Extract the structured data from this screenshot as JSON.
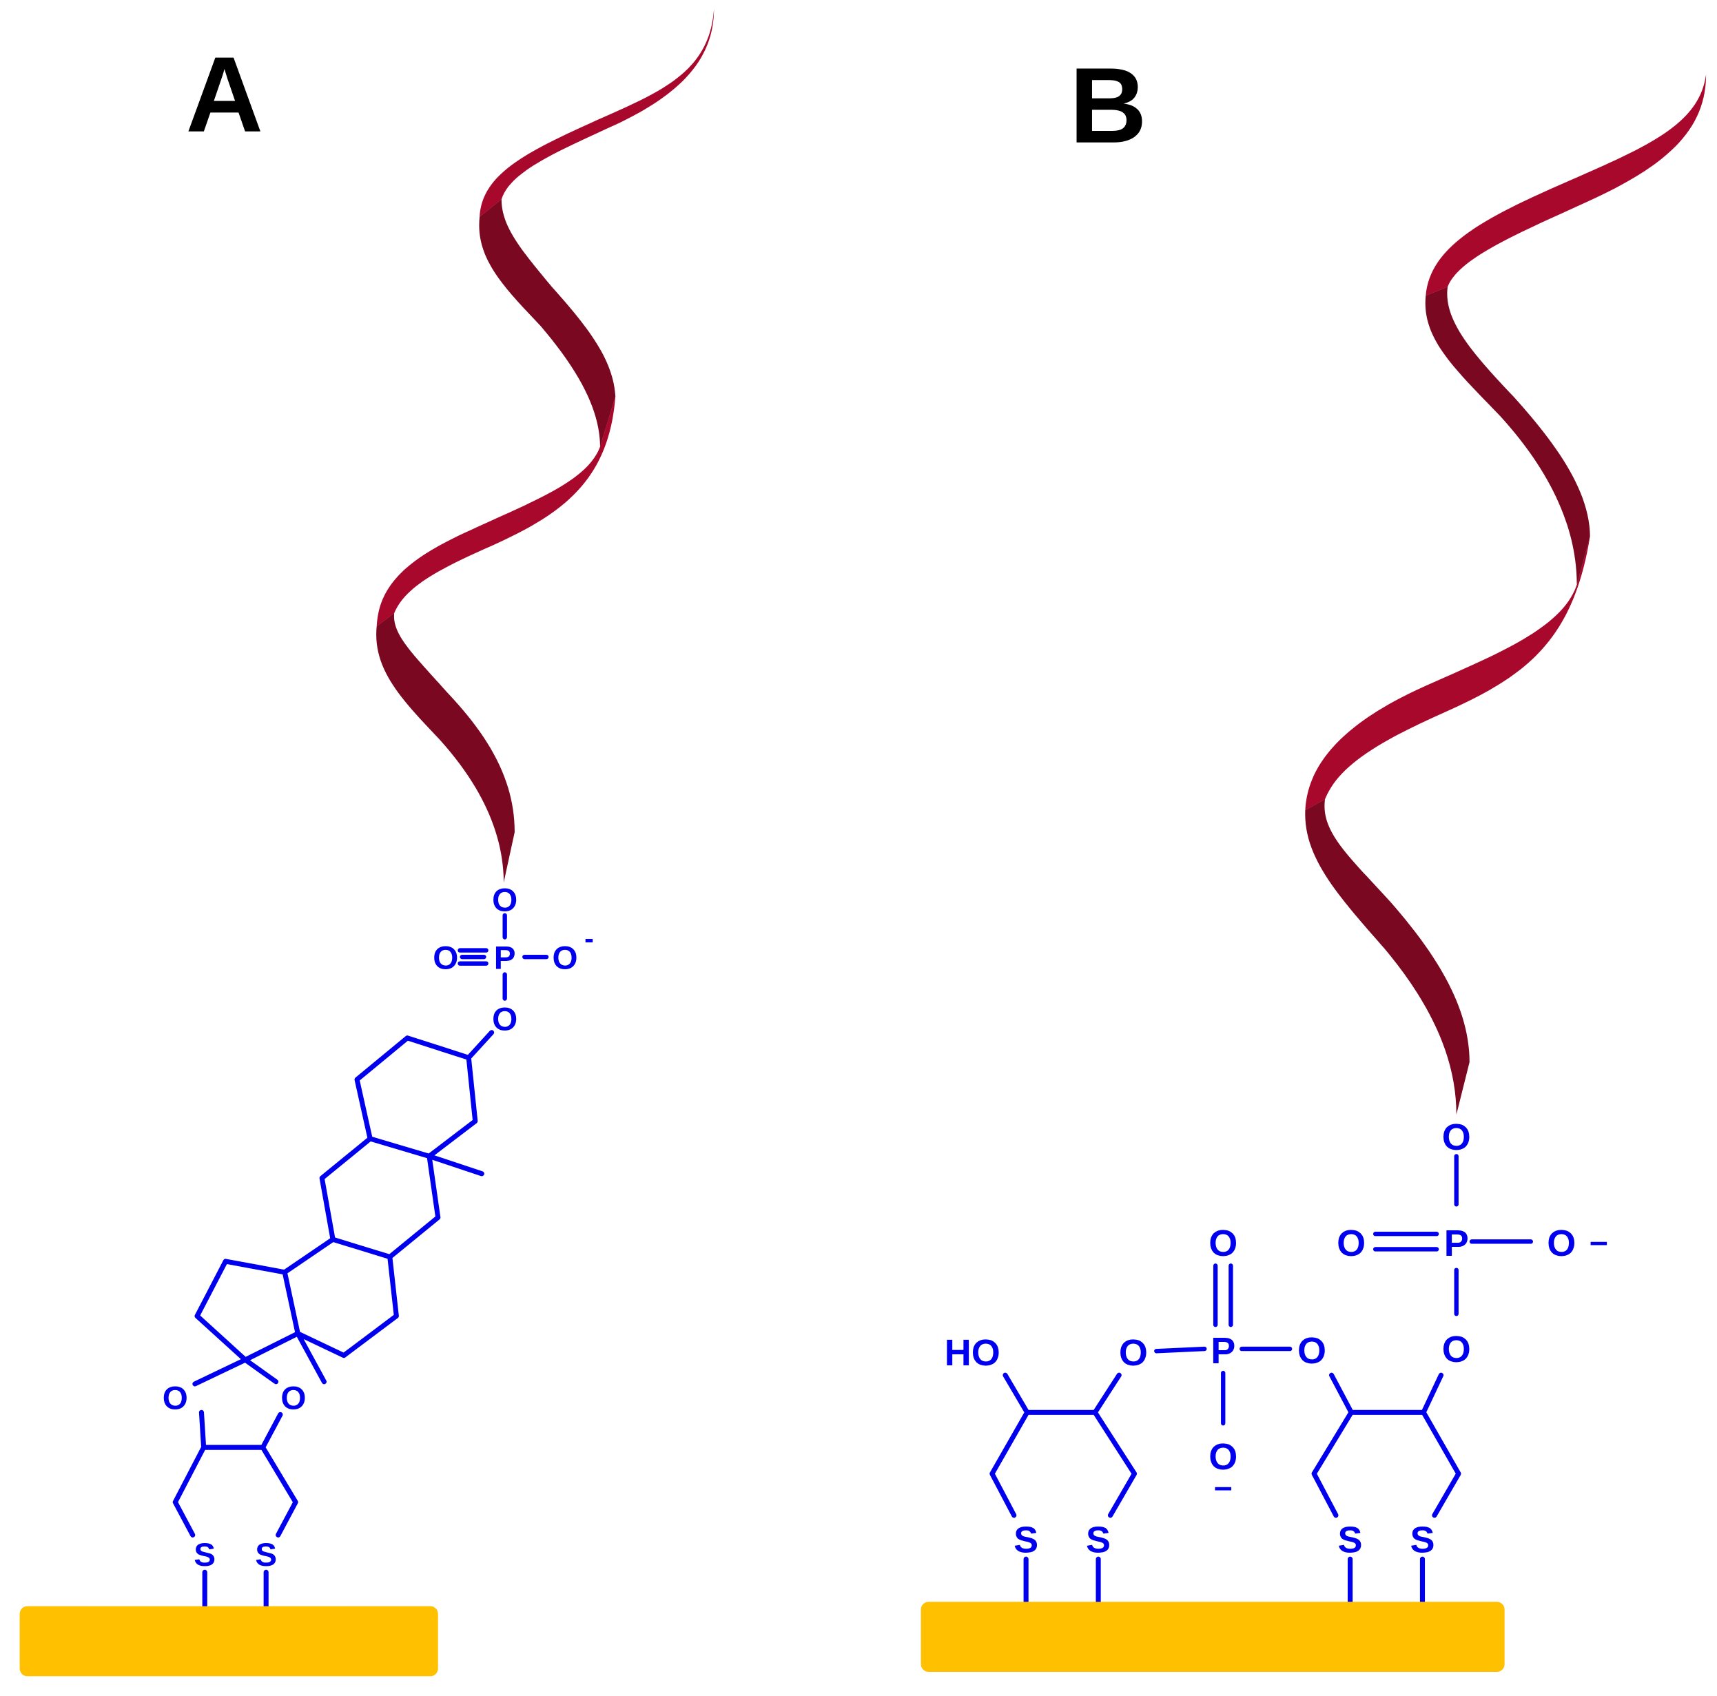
{
  "panels": [
    {
      "id": "A",
      "label": "A"
    },
    {
      "id": "B",
      "label": "B"
    }
  ],
  "atoms": {
    "oxygen": "O",
    "phosphorus": "P",
    "sulfur": "S",
    "hydroxyl": "HO",
    "minus": "-",
    "minus_long": "–"
  },
  "colors": {
    "molecule": "#0000ee",
    "strand_light": "#a8082c",
    "strand_dark": "#7a0820",
    "surface": "#ffc000",
    "label": "#000000",
    "background": "#ffffff"
  },
  "icons": {
    "strand": "dna-strand-ribbon",
    "surface": "gold-surface"
  }
}
